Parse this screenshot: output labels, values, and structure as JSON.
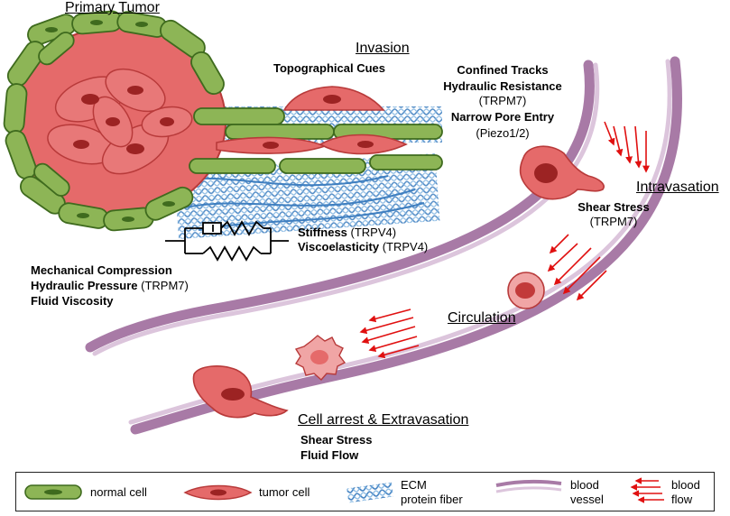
{
  "titles": {
    "primary_tumor": "Primary Tumor",
    "invasion": "Invasion",
    "intravasation": "Intravasation",
    "circulation": "Circulation",
    "arrest": "Cell arrest & Extravasation"
  },
  "labels": {
    "topographical": "Topographical Cues",
    "confined_tracks": "Confined Tracks",
    "hydraulic_resistance": "Hydraulic Resistance",
    "hydraulic_resistance_channel": "(TRPM7)",
    "narrow_pore": "Narrow Pore Entry",
    "narrow_pore_channel": "(Piezo1/2)",
    "stiffness": "Stiffness",
    "stiffness_channel": " (TRPV4)",
    "viscoelasticity": "Viscoelasticity",
    "viscoelasticity_channel": " (TRPV4)",
    "mech_compression": "Mechanical Compression",
    "hydraulic_pressure": "Hydraulic Pressure",
    "hydraulic_pressure_channel": " (TRPM7)",
    "fluid_viscosity": "Fluid Viscosity",
    "shear_stress_intra": "Shear Stress",
    "shear_stress_intra_channel": "(TRPM7)",
    "shear_stress_arrest": "Shear Stress",
    "fluid_flow": "Fluid Flow"
  },
  "legend": {
    "normal_cell": "normal cell",
    "tumor_cell": "tumor cell",
    "ecm_line1": "ECM",
    "ecm_line2": "protein fiber",
    "vessel_line1": "blood",
    "vessel_line2": "vessel",
    "flow_line1": "blood",
    "flow_line2": "flow"
  },
  "colors": {
    "normal_cell_fill": "#8db556",
    "normal_cell_stroke": "#3f6b1e",
    "tumor_cell_fill": "#e56a6a",
    "tumor_cell_dark": "#b83a3a",
    "tumor_nucleus": "#9c2323",
    "ecm_fiber": "#3f7fc0",
    "vessel_outer": "#a87aa6",
    "vessel_inner": "#dcc5dc",
    "flow_arrow": "#e01010"
  }
}
